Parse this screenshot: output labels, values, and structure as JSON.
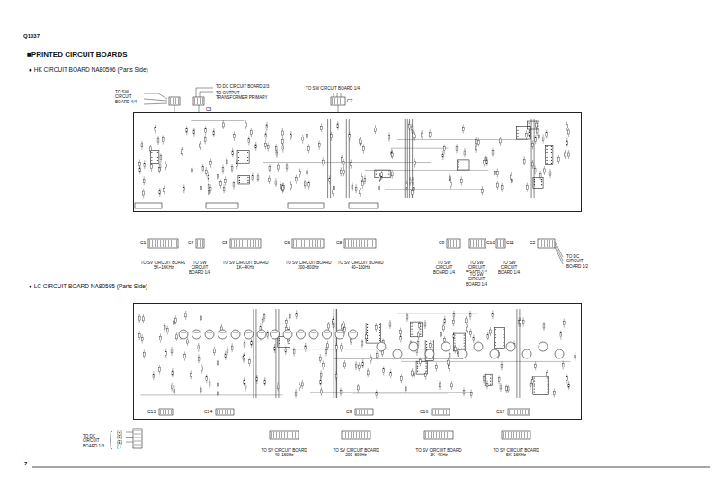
{
  "diagram": {
    "title": "■PRINTED CIRCUIT BOARDS",
    "nodes": [
      {
        "text": [
          "● HK CIRCUIT BOARD NA80596 (Parts Side)"
        ]
      },
      {
        "text": [
          "● LC CIRCUIT BOARD NA80595 (Parts Side)"
        ]
      }
    ],
    "labels": [
      "Q1037",
      "TO SW CIRCUIT BOARD 4/4",
      "TO DC CIRCUIT BOARD 2/3",
      "TO OUTPUT TRANSFORMER PRIMARY",
      "TO SW CIRCUIT BOARD 1/4",
      "C3",
      "C7",
      "C1",
      "C4",
      "C5",
      "C6",
      "C8",
      "C9",
      "C10",
      "C11",
      "C2",
      "TO SV CIRCUIT BOARD 5K~16KHz",
      "TO SW CIRCUIT BOARD 1/4",
      "TO SV CIRCUIT BOARD 1K~4KHz",
      "TO SV CIRCUIT BOARD 200~800Hz",
      "TO SV CIRCUIT BOARD 40~160Hz",
      "TO SW CIRCUIT BOARD 1/4",
      "TO SW CIRCUIT BOARD 1/4",
      "TO SW CIRCUIT BOARD 1/4",
      "TO SW CIRCUIT BOARD 1/4",
      "TO DC CIRCUIT BOARD 1/2",
      "C13",
      "C14",
      "C9",
      "C16",
      "C17",
      "TO DC CIRCUIT BOARD 1/3",
      "(+)",
      "(E)",
      "(E)",
      "(-)",
      "TO SV CIRCUIT BOARD 40~160Hz",
      "TO SV CIRCUIT BOARD 200~800Hz",
      "TO SV CIRCUIT BOARD 1K~4KHz",
      "TO SV CIRCUIT BOARD 5K~16KHz",
      "7"
    ]
  }
}
